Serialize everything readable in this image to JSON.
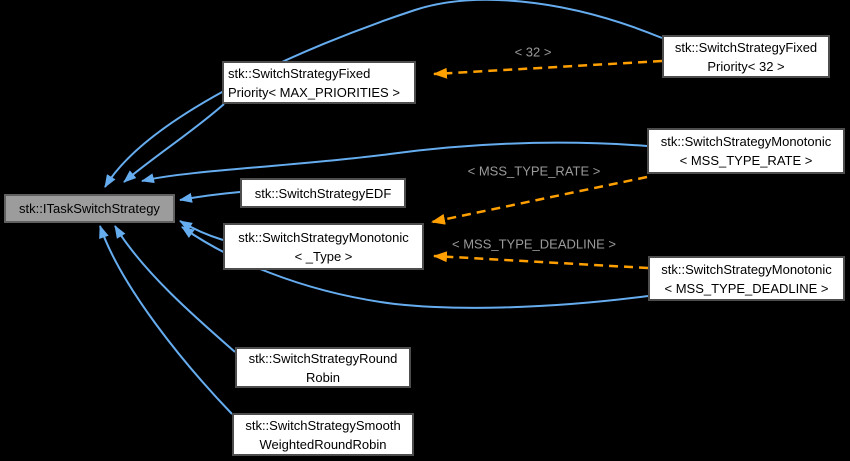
{
  "diagram": {
    "kind": "class-inheritance-graph",
    "colors": {
      "background": "#000000",
      "inheritance_edge": "#66adf0",
      "template_edge": "#ffa000",
      "base_node_fill": "#9c9c9c",
      "node_fill": "#ffffff",
      "node_border": "#4d4d4d",
      "node_text": "#000000",
      "edge_label_text": "#9a9a9a"
    },
    "nodes": {
      "base": {
        "label": "stk::ITaskSwitchStrategy"
      },
      "fixed_max": {
        "line1": "stk::SwitchStrategyFixed",
        "line2": "Priority< MAX_PRIORITIES >"
      },
      "fixed_32": {
        "line1": "stk::SwitchStrategyFixed",
        "line2": "Priority< 32 >"
      },
      "edf": {
        "label": "stk::SwitchStrategyEDF"
      },
      "mono_type": {
        "line1": "stk::SwitchStrategyMonotonic",
        "line2": "< _Type >"
      },
      "mono_rate": {
        "line1": "stk::SwitchStrategyMonotonic",
        "line2": "< MSS_TYPE_RATE >"
      },
      "mono_deadline": {
        "line1": "stk::SwitchStrategyMonotonic",
        "line2": "< MSS_TYPE_DEADLINE >"
      },
      "round_robin": {
        "line1": "stk::SwitchStrategyRound",
        "line2": "Robin"
      },
      "smooth": {
        "line1": "stk::SwitchStrategySmooth",
        "line2": "WeightedRoundRobin"
      }
    },
    "edge_labels": {
      "arg_32": "< 32 >",
      "arg_rate": "< MSS_TYPE_RATE >",
      "arg_deadline": "< MSS_TYPE_DEADLINE >"
    },
    "relations": [
      {
        "from": "fixed_max",
        "to": "base",
        "type": "inheritance"
      },
      {
        "from": "fixed_32",
        "to": "base",
        "type": "inheritance"
      },
      {
        "from": "edf",
        "to": "base",
        "type": "inheritance"
      },
      {
        "from": "mono_type",
        "to": "base",
        "type": "inheritance"
      },
      {
        "from": "mono_rate",
        "to": "base",
        "type": "inheritance"
      },
      {
        "from": "mono_deadline",
        "to": "base",
        "type": "inheritance"
      },
      {
        "from": "round_robin",
        "to": "base",
        "type": "inheritance"
      },
      {
        "from": "smooth",
        "to": "base",
        "type": "inheritance"
      },
      {
        "from": "fixed_32",
        "to": "fixed_max",
        "type": "template-instantiation",
        "label": "< 32 >"
      },
      {
        "from": "mono_rate",
        "to": "mono_type",
        "type": "template-instantiation",
        "label": "< MSS_TYPE_RATE >"
      },
      {
        "from": "mono_deadline",
        "to": "mono_type",
        "type": "template-instantiation",
        "label": "< MSS_TYPE_DEADLINE >"
      }
    ]
  }
}
